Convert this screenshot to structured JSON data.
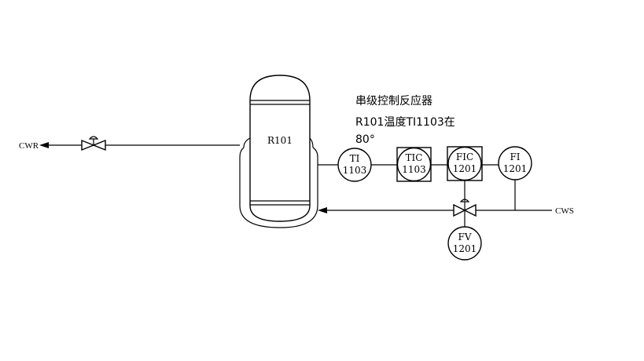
{
  "diagram": {
    "title_lines": [
      "串级控制反应器",
      "R101温度TI1103在",
      "80°"
    ],
    "vessel": {
      "tag": "R101"
    },
    "streams": {
      "return": "CWR",
      "supply": "CWS"
    },
    "instruments": [
      {
        "id": "ti1103",
        "line1": "TI",
        "line2": "1103",
        "type": "field-indicator"
      },
      {
        "id": "tic1103",
        "line1": "TIC",
        "line2": "1103",
        "type": "shared-display-controller"
      },
      {
        "id": "fic1201",
        "line1": "FIC",
        "line2": "1201",
        "type": "shared-display-controller"
      },
      {
        "id": "fi1201",
        "line1": "FI",
        "line2": "1201",
        "type": "field-indicator"
      },
      {
        "id": "fv1201",
        "line1": "FV",
        "line2": "1201",
        "type": "control-valve"
      }
    ]
  }
}
